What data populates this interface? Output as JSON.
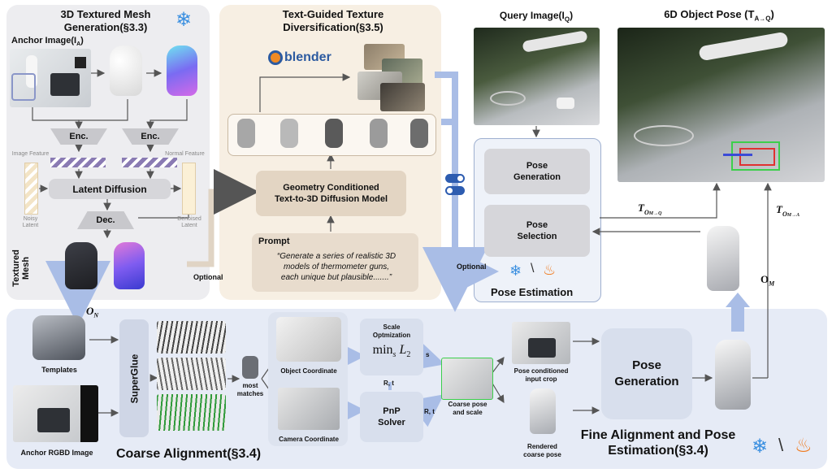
{
  "mesh_panel": {
    "title_line1": "3D Textured Mesh",
    "title_line2": "Generation(§3.3)",
    "anchor_label": "Anchor Image(I",
    "anchor_sub": "A",
    "enc1": "Enc.",
    "enc2": "Enc.",
    "image_feature": "Image Feature",
    "normal_feature": "Normal Feature",
    "latent_diffusion": "Latent Diffusion",
    "dec": "Dec.",
    "noisy_latent_1": "Noisy",
    "noisy_latent_2": "Latent",
    "denoised_latent_1": "Denoised",
    "denoised_latent_2": "Latent",
    "textured_mesh_1": "Textured",
    "textured_mesh_2": "Mesh"
  },
  "texture_panel": {
    "title_line1": "Text-Guided Texture",
    "title_line2": "Diversification(§3.5)",
    "blender": "blender",
    "geometry_box_line1": "Geometry Conditioned",
    "geometry_box_line2": "Text-to-3D Diffusion Model",
    "prompt_title": "Prompt",
    "prompt_text_1": "“Generate a series of realistic 3D",
    "prompt_text_2": "models of thermometer guns,",
    "prompt_text_3": "each unique but plausible.......”",
    "optional": "Optional"
  },
  "query": {
    "title": "Query Image(I",
    "title_sub": "Q",
    "title_end": ")"
  },
  "pose6d": {
    "title": "6D Object Pose (T",
    "title_sub": "A→Q",
    "title_end": ")"
  },
  "pose_panel": {
    "pose_generation": "Pose Generation",
    "pose_selection": "Pose Selection",
    "optional": "Optional",
    "pose_estimation": "Pose Estimation",
    "t_om_q": "T",
    "t_om_q_sub": "O",
    "t_om_q_sub2": "M→Q",
    "t_om_a": "T",
    "t_om_a_sub": "O",
    "t_om_a_sub2": "M→A",
    "o_m": "O",
    "o_m_sub": "M",
    "o_n": "O",
    "o_n_sub": "N"
  },
  "coarse": {
    "templates": "Templates",
    "anchor_rgbd": "Anchor RGBD Image",
    "superglue": "SuperGlue",
    "most_matches_1": "most",
    "most_matches_2": "matches",
    "object_coordinate": "Object Coordinate",
    "camera_coordinate": "Camera Coordinate",
    "scale_opt_1": "Scale",
    "scale_opt_2": "Optmization",
    "min": "min",
    "min_sub": "s",
    "l2": "L",
    "l2_sub": "2",
    "s_label": "s",
    "rt_label": "R, t",
    "rt_label2": "R, t",
    "pnp_1": "PnP",
    "pnp_2": "Solver",
    "coarse_pose_1": "Coarse pose",
    "coarse_pose_2": "and scale",
    "title": "Coarse Alignment(§3.4)"
  },
  "fine": {
    "pose_cond_1": "Pose conditioned",
    "pose_cond_2": "input crop",
    "rendered_1": "Rendered",
    "rendered_2": "coarse pose",
    "pose_generation_1": "Pose",
    "pose_generation_2": "Generation",
    "title_1": "Fine Alignment and Pose",
    "title_2": "Estimation(§3.4)"
  },
  "colors": {
    "mesh_panel_bg": "#ededf0",
    "texture_panel_bg": "#f7efe3",
    "bottom_panel_bg": "#e6ebf6",
    "tan_box": "#e3d5c3",
    "grey_box": "#d6d6da",
    "pose_box": "#d8dfed",
    "arrow_blue": "#a9bde6",
    "fire": "#f07a1e",
    "snow": "#3a8fe0"
  }
}
